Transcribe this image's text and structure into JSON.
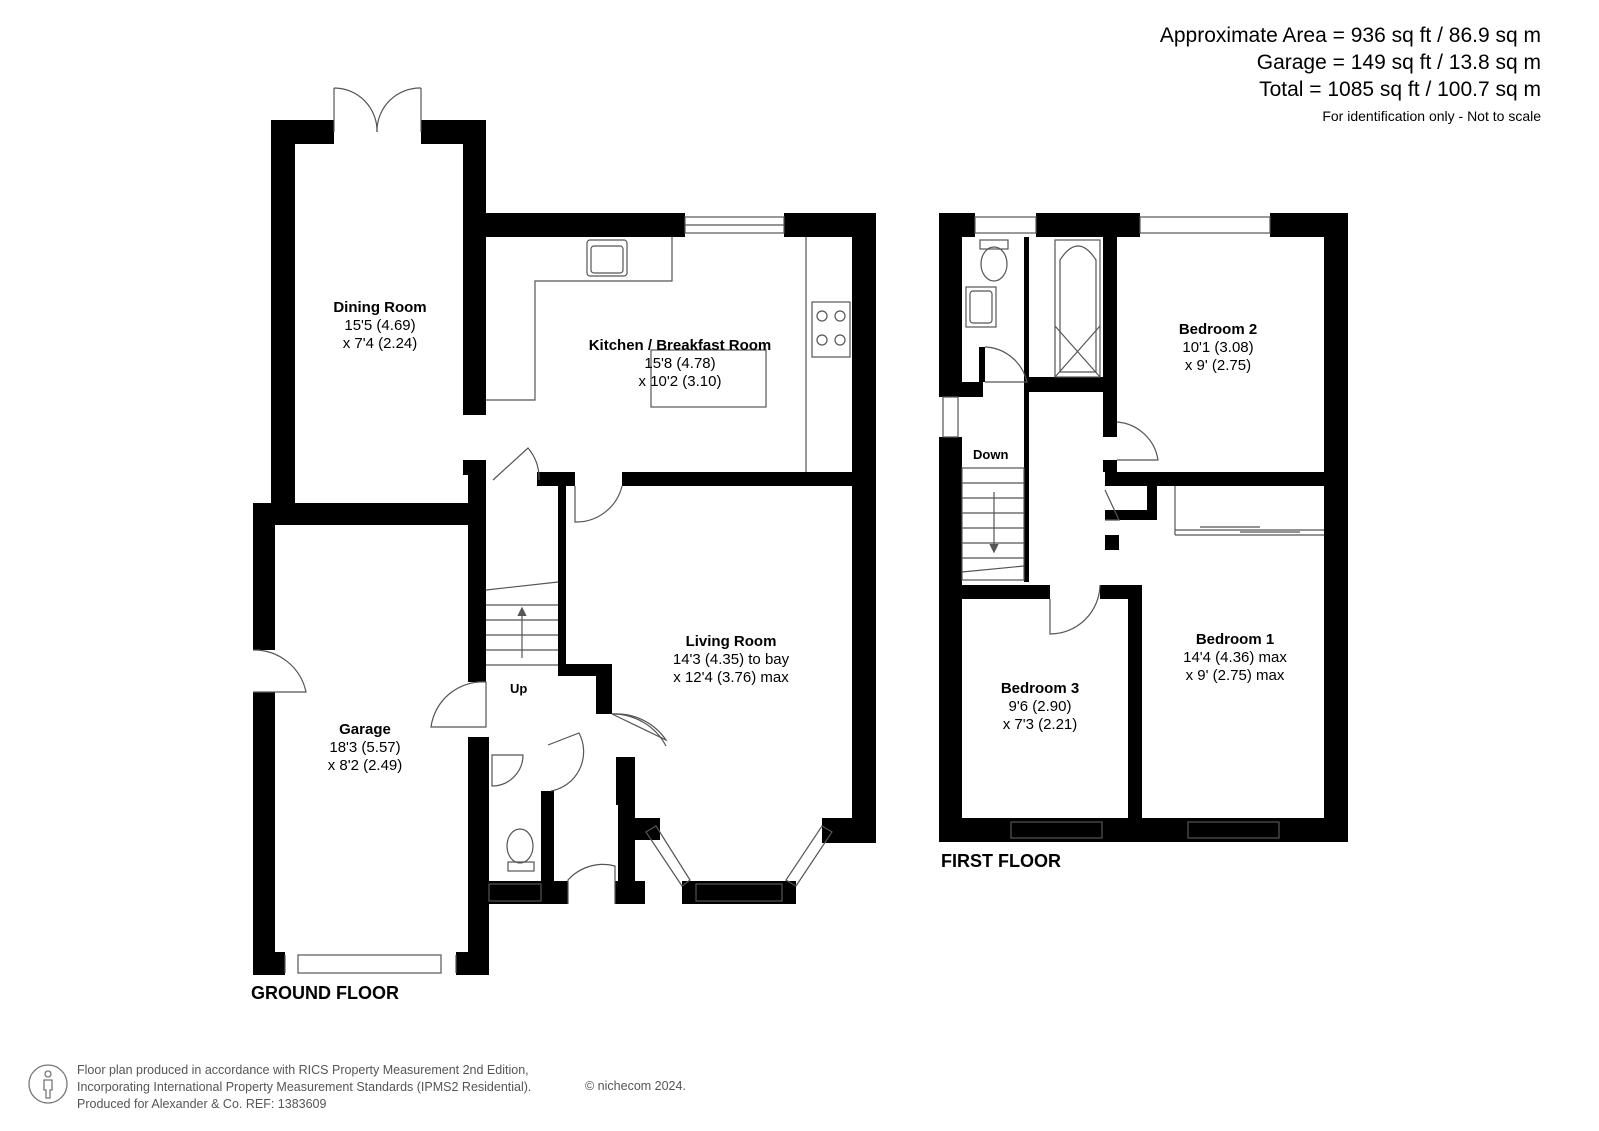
{
  "header": {
    "approx_area": "Approximate Area = 936 sq ft / 86.9 sq m",
    "garage_area": "Garage = 149 sq ft / 13.8 sq m",
    "total_area": "Total = 1085 sq ft / 100.7 sq m",
    "note": "For identification only - Not to scale"
  },
  "ground_floor": {
    "label": "GROUND FLOOR",
    "rooms": {
      "dining": {
        "name": "Dining Room",
        "dim1": "15'5 (4.69)",
        "dim2": "x 7'4 (2.24)"
      },
      "kitchen": {
        "name": "Kitchen / Breakfast Room",
        "dim1": "15'8 (4.78)",
        "dim2": "x 10'2 (3.10)"
      },
      "living": {
        "name": "Living Room",
        "dim1": "14'3 (4.35) to bay",
        "dim2": "x 12'4 (3.76) max"
      },
      "garage": {
        "name": "Garage",
        "dim1": "18'3 (5.57)",
        "dim2": "x 8'2 (2.49)"
      }
    },
    "stairs_label": "Up"
  },
  "first_floor": {
    "label": "FIRST FLOOR",
    "rooms": {
      "bedroom2": {
        "name": "Bedroom 2",
        "dim1": "10'1 (3.08)",
        "dim2": "x 9' (2.75)"
      },
      "bedroom1": {
        "name": "Bedroom 1",
        "dim1": "14'4 (4.36) max",
        "dim2": "x 9' (2.75) max"
      },
      "bedroom3": {
        "name": "Bedroom 3",
        "dim1": "9'6 (2.90)",
        "dim2": "x 7'3 (2.21)"
      }
    },
    "stairs_label": "Down"
  },
  "footer": {
    "line1": "Floor plan produced in accordance with RICS Property Measurement 2nd Edition,",
    "line2": "Incorporating International Property Measurement Standards (IPMS2 Residential).",
    "line3": "Produced for Alexander & Co.   REF:  1383609",
    "copyright": "© nichecom 2024."
  },
  "colors": {
    "wall": "#000000",
    "fixture_line": "#555555"
  }
}
